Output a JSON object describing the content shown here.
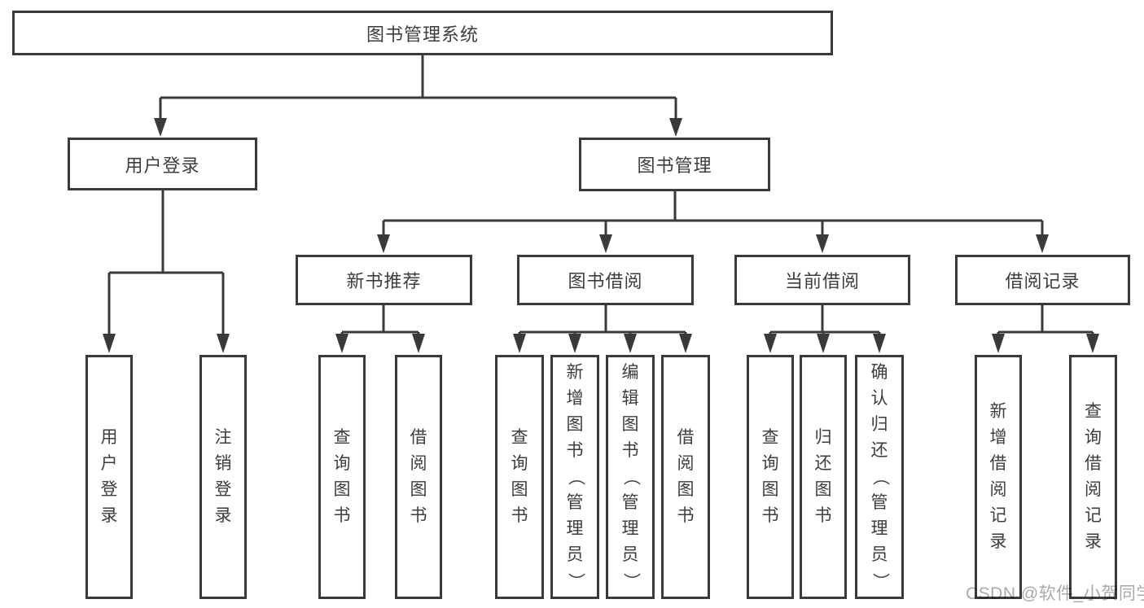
{
  "diagram": {
    "type": "hierarchy-tree",
    "watermark": "CSDN @软件_小贺同学",
    "colors": {
      "line": "#3a3a3a",
      "text": "#3d3d3d",
      "background": "#ffffff",
      "watermark": "#a9a9a9"
    },
    "root": {
      "label": "图书管理系统",
      "children": [
        {
          "label": "用户登录",
          "children": [
            {
              "label": "用户登录"
            },
            {
              "label": "注销登录"
            }
          ]
        },
        {
          "label": "图书管理",
          "children": [
            {
              "label": "新书推荐",
              "children": [
                {
                  "label": "查询图书"
                },
                {
                  "label": "借阅图书"
                }
              ]
            },
            {
              "label": "图书借阅",
              "children": [
                {
                  "label": "查询图书"
                },
                {
                  "label": "新增图书（管理员）"
                },
                {
                  "label": "编辑图书（管理员）"
                },
                {
                  "label": "借阅图书"
                }
              ]
            },
            {
              "label": "当前借阅",
              "children": [
                {
                  "label": "查询图书"
                },
                {
                  "label": "归还图书"
                },
                {
                  "label": "确认归还（管理员）"
                }
              ]
            },
            {
              "label": "借阅记录",
              "children": [
                {
                  "label": "新增借阅记录"
                },
                {
                  "label": "查询借阅记录"
                }
              ]
            }
          ]
        }
      ]
    }
  }
}
